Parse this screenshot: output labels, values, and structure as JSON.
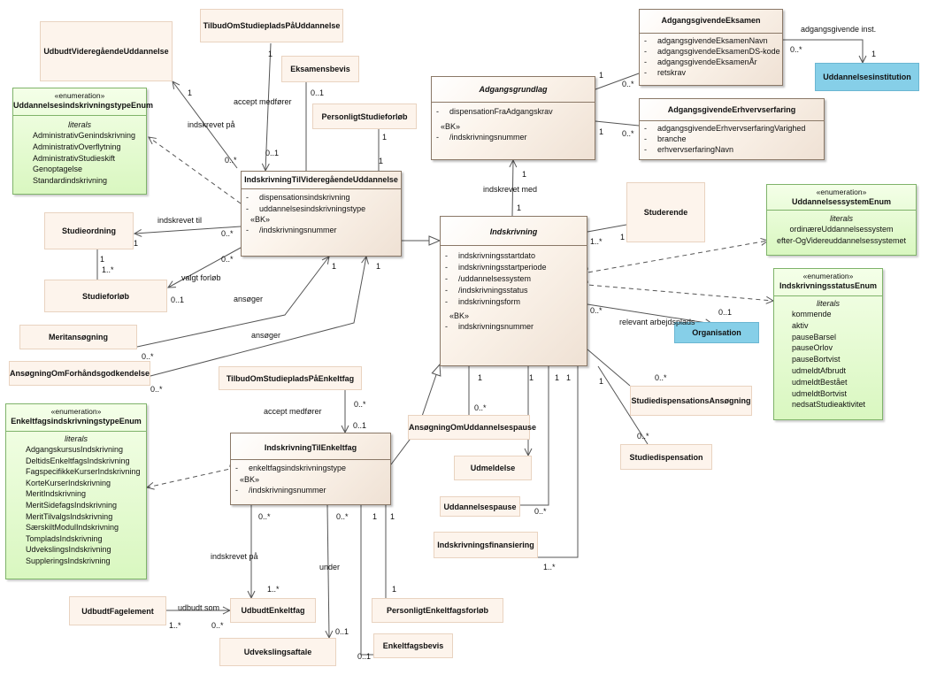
{
  "classes": {
    "udbudt_videregaaende": "UdbudtVideregåendeUddannelse",
    "tilbud_studieplads_uddannelse": "TilbudOmStudiepladsPåUddannelse",
    "eksamensbevis": "Eksamensbevis",
    "personligt_studieforloeb": "PersonligtStudieforløb",
    "indskrivning_videregaaende": {
      "name": "IndskrivningTilVideregåendeUddannelse",
      "attributes": [
        "dispensationsindskrivning",
        "uddannelsesindskrivningstype"
      ],
      "bk": "«BK»",
      "bk_attributes": [
        "/indskrivningsnummer"
      ]
    },
    "studieordning": "Studieordning",
    "studieforloeb": "Studieforløb",
    "meritansoegning": "Meritansøgning",
    "ansoegning_forhaand": "AnsøgningOmForhåndsgodkendelse",
    "adgangsgrundlag": {
      "name": "Adgangsgrundlag",
      "attributes": [
        "dispensationFraAdgangskrav"
      ],
      "bk": "«BK»",
      "bk_attributes": [
        "/indskrivningsnummer"
      ]
    },
    "adgangsgivende_eksamen": {
      "name": "AdgangsgivendeEksamen",
      "attributes": [
        "adgangsgivendeEksamenNavn",
        "adgangsgivendeEksamenDS-kode",
        "adgangsgivendeEksamenÅr",
        "retskrav"
      ]
    },
    "uddannelsesinstitution": "Uddannelsesinstitution",
    "adgangsgivende_erhverv": {
      "name": "AdgangsgivendeErhvervserfaring",
      "attributes": [
        "adgangsgivendeErhvervserfaringVarighed",
        "branche",
        "erhvervserfaringNavn"
      ]
    },
    "studerende": "Studerende",
    "indskrivning": {
      "name": "Indskrivning",
      "attributes": [
        "indskrivningsstartdato",
        "indskrivningsstartperiode",
        "/uddannelsessystem",
        "/indskrivningsstatus",
        "indskrivningsform"
      ],
      "bk": "«BK»",
      "bk_attributes": [
        "indskrivningsnummer"
      ]
    },
    "organisation": "Organisation",
    "tilbud_enkeltfag": "TilbudOmStudiepladsPåEnkeltfag",
    "indskrivning_enkeltfag": {
      "name": "IndskrivningTilEnkeltfag",
      "attributes": [
        "enkeltfagsindskrivningstype"
      ],
      "bk": "«BK»",
      "bk_attributes": [
        "/indskrivningsnummer"
      ]
    },
    "ansoegning_uddannelsespause": "AnsøgningOmUddannelsespause",
    "udmeldelse": "Udmeldelse",
    "uddannelsespause": "Uddannelsespause",
    "indskrivningsfinansiering": "Indskrivningsfinansiering",
    "studiedispensationsansoegning": "StudiedispensationsAnsøgning",
    "studiedispensation": "Studiedispensation",
    "udbudt_fagelement": "UdbudtFagelement",
    "udbudt_enkeltfag": "UdbudtEnkeltfag",
    "udvekslingsaftale": "Udvekslingsaftale",
    "enkeltfagsbevis": "Enkeltfagsbevis",
    "personligt_enkeltfagsforloeb": "PersonligtEnkeltfagsforløb"
  },
  "enums": {
    "uddannelsesindskrivningstype": {
      "stereotype": "«enumeration»",
      "name": "UddannelsesindskrivningstypeEnum",
      "literals_title": "literals",
      "literals": [
        "AdministrativGenindskrivning",
        "AdministrativOverflytning",
        "AdministrativStudieskift",
        "Genoptagelse",
        "Standardindskrivning"
      ]
    },
    "uddannelsessystem": {
      "stereotype": "«enumeration»",
      "name": "UddannelsessystemEnum",
      "literals_title": "literals",
      "literals": [
        "ordinæreUddannelsessystem",
        "efter-OgVidereuddannelsessystemet"
      ]
    },
    "indskrivningsstatus": {
      "stereotype": "«enumeration»",
      "name": "IndskrivningsstatusEnum",
      "literals_title": "literals",
      "literals": [
        "kommende",
        "aktiv",
        "pauseBarsel",
        "pauseOrlov",
        "pauseBortvist",
        "udmeldtAfbrudt",
        "udmeldtBestået",
        "udmeldtBortvist",
        "nedsatStudieaktivitet"
      ]
    },
    "enkeltfagsindskrivningstype": {
      "stereotype": "«enumeration»",
      "name": "EnkeltfagsindskrivningstypeEnum",
      "literals_title": "literals",
      "literals": [
        "AdgangskursusIndskrivning",
        "DeltidsEnkeltfagsIndskrivning",
        "FagspecifikkeKurserIndskrivning",
        "KorteKurserIndskrivning",
        "MeritIndskrivning",
        "MeritSidefagsIndskrivning",
        "MeritTilvalgsIndskrivning",
        "SærskiltModulIndskrivning",
        "TompladsIndskrivning",
        "UdvekslingsIndskrivning",
        "SuppleringsIndskrivning"
      ]
    }
  },
  "association_labels": {
    "indskrevet_paa_1": "indskrevet på",
    "accept_medfoerer_1": "accept medfører",
    "indskrevet_til": "indskrevet til",
    "valgt_forloeb": "valgt forløb",
    "ansoeger_1": "ansøger",
    "ansoeger_2": "ansøger",
    "indskrevet_med": "indskrevet med",
    "adgangsgivende_inst": "adgangsgivende inst.",
    "relevant_arbejdsplads": "relevant arbejdsplads",
    "accept_medfoerer_2": "accept medfører",
    "indskrevet_paa_2": "indskrevet på",
    "under": "under",
    "udbudt_som": "udbudt som"
  },
  "visibility": "-",
  "multiplicities": {
    "m1": "1",
    "m2": "0..*",
    "m3": "1",
    "m4": "0..1",
    "m5": "0..1",
    "m6": "1",
    "m7": "0..1",
    "m8": "1",
    "m9": "1",
    "m10": "0..*",
    "m11": "1..*",
    "m12": "1",
    "m13": "0..*",
    "m14": "0..1",
    "m15": "1",
    "m16": "1",
    "m17": "0..*",
    "m18": "0..*",
    "m19": "1",
    "m20": "1",
    "m21": "0..*",
    "m22": "1",
    "m23": "0..*",
    "m24": "1",
    "m25": "1",
    "m26": "1",
    "m27": "1..*",
    "m28": "1",
    "m29": "0..*",
    "m30": "0..1",
    "m31": "0..*",
    "m32": "0..1",
    "m33": "1",
    "m34": "0..*",
    "m35": "1",
    "m36": "1",
    "m37": "1",
    "m38": "1",
    "m39": "0..*",
    "m40": "0..*",
    "m41": "0..*",
    "m42": "1..*",
    "m43": "0..*",
    "m44": "0..*",
    "m45": "1",
    "m46": "1",
    "m47": "0..1",
    "m48": "1..*",
    "m49": "0..*",
    "m50": "1",
    "m51": "0..1"
  },
  "colors": {
    "class_fill": "#fbf3ea",
    "simple_fill": "#fdf4ec",
    "enum_fill": "#d9f7c0",
    "external_fill": "#86cfe8",
    "line": "#555555"
  }
}
